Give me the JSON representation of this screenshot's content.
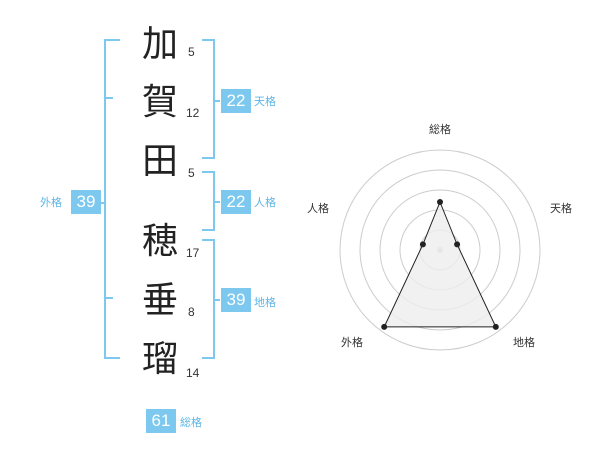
{
  "name_chars": [
    {
      "char": "加",
      "strokes": "5"
    },
    {
      "char": "賀",
      "strokes": "12"
    },
    {
      "char": "田",
      "strokes": "5"
    },
    {
      "char": "穂",
      "strokes": "17"
    },
    {
      "char": "垂",
      "strokes": "8"
    },
    {
      "char": "瑠",
      "strokes": "14"
    }
  ],
  "fortune": {
    "tenkaku": {
      "value": "22",
      "label": "天格"
    },
    "jinkaku": {
      "value": "22",
      "label": "人格"
    },
    "chikaku": {
      "value": "39",
      "label": "地格"
    },
    "gaikaku": {
      "value": "39",
      "label": "外格"
    },
    "soukaku": {
      "value": "61",
      "label": "総格"
    }
  },
  "radar": {
    "axes": [
      "総格",
      "天格",
      "地格",
      "外格",
      "人格"
    ],
    "values": [
      0.48,
      0.18,
      0.95,
      0.95,
      0.18
    ],
    "max": 1
  },
  "colors": {
    "accent": "#7dc8ef",
    "bracket": "#7dc8ef",
    "ring": "#cccccc",
    "fill": "#eeeeee",
    "line": "#222222"
  }
}
